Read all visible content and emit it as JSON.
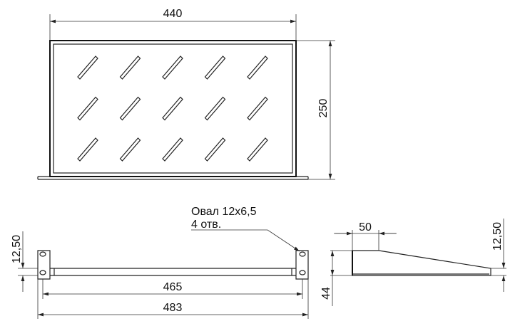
{
  "top_view": {
    "width_dim": "440",
    "depth_dim": "250",
    "slot_rows": 3,
    "slot_cols": 5
  },
  "front_view": {
    "note_line1": "Овал 12х6,5",
    "note_line2": "4 отв.",
    "height_dim": "12,50",
    "inner_dim": "465",
    "outer_dim": "483"
  },
  "side_view": {
    "flange_dim": "50",
    "height_dim": "44",
    "lip_dim": "12,50"
  }
}
